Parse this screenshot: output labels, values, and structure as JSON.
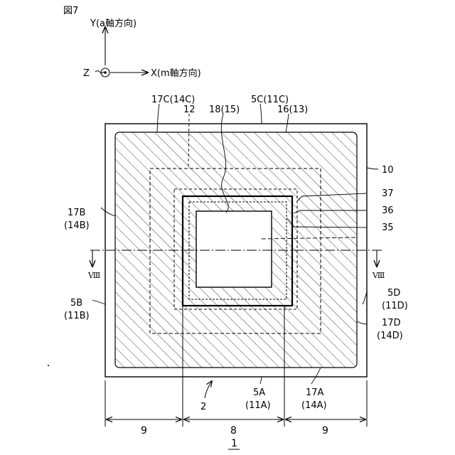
{
  "figure_label": "図7",
  "figure_number": "1",
  "axes": {
    "y_label": "Y(a軸方向)",
    "x_label": "X(m軸方向)",
    "z_label": "Z"
  },
  "labels": {
    "l17c": "17C(14C)",
    "l12": "12",
    "l18": "18(15)",
    "l5c": "5C(11C)",
    "l16": "16(13)",
    "l10": "10",
    "l37": "37",
    "l36": "36",
    "l35": "35",
    "l17b_1": "17B",
    "l17b_2": "(14B)",
    "l5b_1": "5B",
    "l5b_2": "(11B)",
    "l5d_1": "5D",
    "l5d_2": "(11D)",
    "l17d_1": "17D",
    "l17d_2": "(14D)",
    "l2": "2",
    "l5a_1": "5A",
    "l5a_2": "(11A)",
    "l17a_1": "17A",
    "l17a_2": "(14A)",
    "section_left": "Ⅷ",
    "section_right": "Ⅷ"
  },
  "dimensions": {
    "left": "9",
    "center": "8",
    "right": "9"
  }
}
